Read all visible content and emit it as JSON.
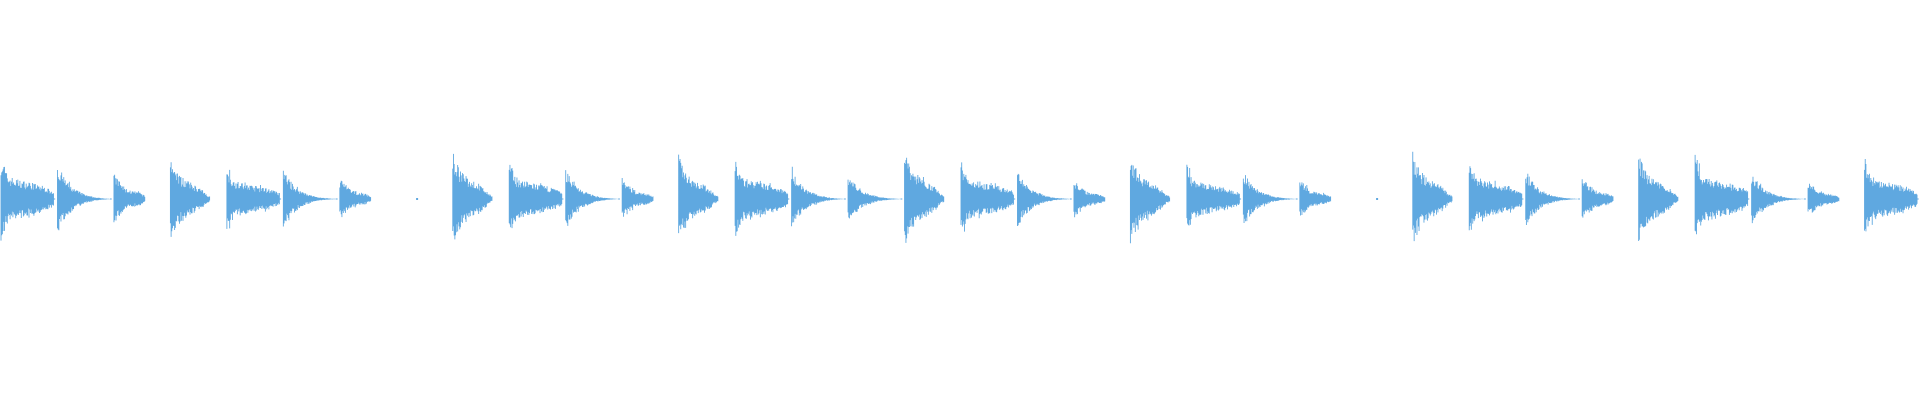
{
  "waveform": {
    "color": "#5FA8E0",
    "background": "#FFFFFF",
    "peak_shapes": {
      "big_decay": [
        0.52,
        0.48,
        0.44,
        0.4,
        0.37,
        0.34,
        0.31,
        0.29,
        0.27,
        0.26,
        0.25,
        0.24,
        0.23,
        0.22,
        0.21,
        0.2,
        0.19,
        0.18,
        0.17,
        0.16,
        0.15,
        0.14,
        0.13,
        0.12,
        0.1,
        0.08,
        0.06,
        0.05,
        0.04,
        0.03
      ],
      "mid_decay": [
        0.36,
        0.33,
        0.29,
        0.25,
        0.22,
        0.19,
        0.17,
        0.15,
        0.13,
        0.11,
        0.1,
        0.09,
        0.08,
        0.07,
        0.06,
        0.05,
        0.04,
        0.035,
        0.03,
        0.025,
        0.02,
        0.018,
        0.015,
        0.012,
        0.01,
        0.008,
        0.006,
        0.004,
        0.003,
        0.002
      ],
      "short_blip": [
        0.33,
        0.3,
        0.26,
        0.22,
        0.18,
        0.15,
        0.13,
        0.12,
        0.11,
        0.1,
        0.1,
        0.09,
        0.08,
        0.06,
        0.04
      ],
      "flat_sustain": [
        0.45,
        0.4,
        0.33,
        0.28,
        0.25,
        0.24,
        0.23,
        0.22,
        0.21,
        0.21,
        0.2,
        0.2,
        0.19,
        0.19,
        0.18,
        0.18,
        0.17,
        0.17,
        0.16,
        0.16,
        0.15,
        0.15,
        0.14,
        0.14,
        0.13,
        0.12,
        0.11,
        0.1,
        0.09,
        0.08
      ]
    },
    "events": [
      {
        "shape": "flat_sustain",
        "amp": 1.0
      },
      {
        "shape": "mid_decay",
        "amp": 1.0
      },
      {
        "shape": "short_blip",
        "amp": 0.8
      },
      {
        "shape": "big_decay",
        "amp": 0.85
      },
      {
        "shape": "flat_sustain",
        "amp": 0.8
      },
      {
        "shape": "mid_decay",
        "amp": 0.85
      },
      {
        "shape": "short_blip",
        "amp": 0.65
      },
      {
        "shape": "dot",
        "amp": 0.02
      },
      {
        "shape": "big_decay",
        "amp": 0.95
      },
      {
        "shape": "flat_sustain",
        "amp": 0.9
      },
      {
        "shape": "mid_decay",
        "amp": 0.85
      },
      {
        "shape": "short_blip",
        "amp": 0.65
      },
      {
        "shape": "big_decay",
        "amp": 0.9
      },
      {
        "shape": "flat_sustain",
        "amp": 0.95
      },
      {
        "shape": "mid_decay",
        "amp": 0.85
      },
      {
        "shape": "mid_decay",
        "amp": 0.7
      },
      {
        "shape": "big_decay",
        "amp": 1.0
      },
      {
        "shape": "flat_sustain",
        "amp": 0.9
      },
      {
        "shape": "mid_decay",
        "amp": 0.8
      },
      {
        "shape": "short_blip",
        "amp": 0.6
      },
      {
        "shape": "big_decay",
        "amp": 0.9
      },
      {
        "shape": "flat_sustain",
        "amp": 0.8
      },
      {
        "shape": "mid_decay",
        "amp": 0.8
      },
      {
        "shape": "short_blip",
        "amp": 0.6
      },
      {
        "shape": "dot",
        "amp": 0.02
      },
      {
        "shape": "big_decay",
        "amp": 0.95
      },
      {
        "shape": "flat_sustain",
        "amp": 0.95
      },
      {
        "shape": "mid_decay",
        "amp": 0.8
      },
      {
        "shape": "short_blip",
        "amp": 0.7
      },
      {
        "shape": "big_decay",
        "amp": 0.9
      },
      {
        "shape": "flat_sustain",
        "amp": 1.05
      },
      {
        "shape": "mid_decay",
        "amp": 0.75
      },
      {
        "shape": "short_blip",
        "amp": 0.55
      },
      {
        "shape": "flat_sustain",
        "amp": 0.95
      }
    ]
  }
}
